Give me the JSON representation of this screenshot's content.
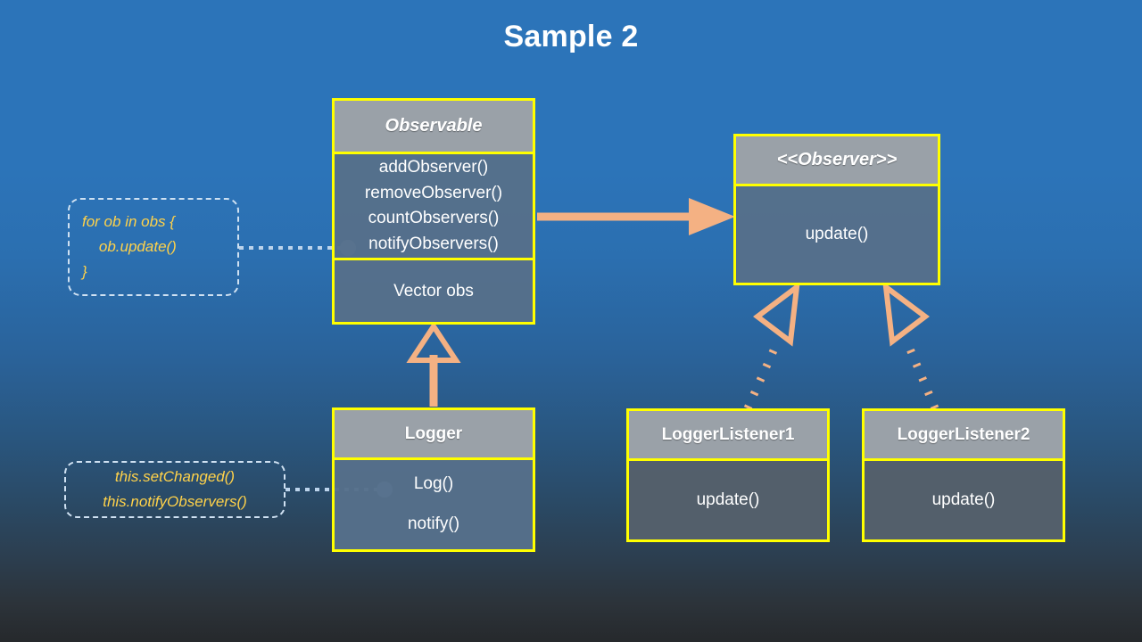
{
  "slide": {
    "title": "Sample 2",
    "background_top": "#2c74b9",
    "background_bottom": "#26292c",
    "accent_border": "#ffff00",
    "accent_connector": "#f4b183",
    "note_text_color": "#ffd24a",
    "header_fill": "#9aa1a8",
    "body_fill": "#56708a"
  },
  "classes": {
    "observable": {
      "name": "Observable",
      "stereotype_italic": true,
      "methods": [
        "addObserver()",
        "removeObserver()",
        "countObservers()",
        "notifyObservers()"
      ],
      "attributes": [
        "Vector obs"
      ]
    },
    "observer": {
      "name": "<<Observer>>",
      "stereotype_italic": true,
      "methods": [
        "update()"
      ]
    },
    "logger": {
      "name": "Logger",
      "stereotype_italic": false,
      "methods": [
        "Log()",
        "notify()"
      ]
    },
    "logger_listener_1": {
      "name": "LoggerListener1",
      "stereotype_italic": false,
      "methods": [
        "update()"
      ]
    },
    "logger_listener_2": {
      "name": "LoggerListener2",
      "stereotype_italic": false,
      "methods": [
        "update()"
      ]
    }
  },
  "notes": {
    "notify_observers_note": {
      "lines": [
        "for ob in obs {",
        "    ob.update()",
        "}"
      ],
      "anchor": "notifyObservers()"
    },
    "logger_log_note": {
      "lines": [
        "this.setChanged()",
        "this.notifyObservers()"
      ],
      "anchor": "Log()"
    }
  },
  "connectors": [
    {
      "name": "observable-to-observer",
      "type": "association",
      "from": "Observable",
      "to": "<<Observer>>",
      "style": "solid-filled-arrow"
    },
    {
      "name": "logger-to-observable",
      "type": "generalization",
      "from": "Logger",
      "to": "Observable",
      "style": "solid-hollow-triangle"
    },
    {
      "name": "listener1-to-observer",
      "type": "realization",
      "from": "LoggerListener1",
      "to": "<<Observer>>",
      "style": "dotted-hollow-triangle"
    },
    {
      "name": "listener2-to-observer",
      "type": "realization",
      "from": "LoggerListener2",
      "to": "<<Observer>>",
      "style": "dotted-hollow-triangle"
    }
  ]
}
